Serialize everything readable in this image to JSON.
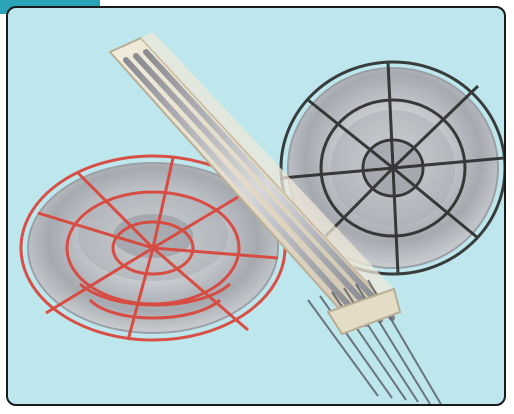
{
  "image": {
    "subject": "",
    "objects": [
      "left-spool",
      "right-spool",
      "rod-bundle"
    ],
    "colors": {
      "tab": "#2aa3b6",
      "background": "#bde7ec",
      "border": "#1a1a1a",
      "left_spool_frame": "#d9473d",
      "right_spool_frame": "#2a2a2a",
      "rod_box": "#e8e1cf",
      "wire_metal": "#c7c9cc"
    }
  }
}
